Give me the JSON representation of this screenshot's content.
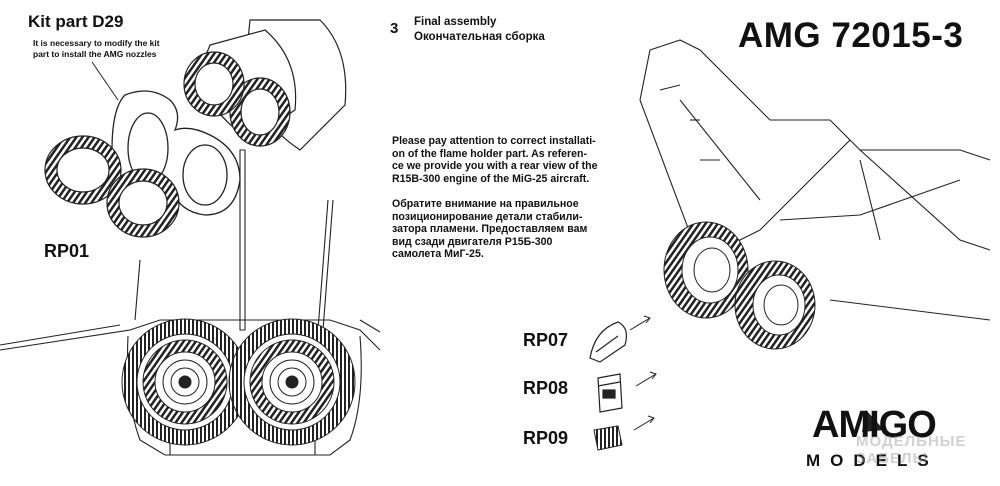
{
  "kit_part": {
    "title": "Kit part D29",
    "note_line1": "It is necessary to modify the kit",
    "note_line2": "part to install the AMG nozzles"
  },
  "step": {
    "number": "3",
    "title_en": "Final  assembly",
    "title_ru": "Окончательная сборка"
  },
  "product_code": "AMG 72015-3",
  "instructions": {
    "en": [
      "Please pay attention to correct installati-",
      "on of the  flame holder part.  As referen-",
      "ce we provide you with a rear view of the",
      "R15B-300 engine of the MiG-25 aircraft."
    ],
    "ru": [
      "Обратите внимание на правильное",
      "позиционирование детали стабили-",
      "затора пламени. Предоставляем вам",
      "вид сзади двигателя Р15Б-300",
      "самолета МиГ-25."
    ]
  },
  "parts": [
    "RP01",
    "RP07",
    "RP08",
    "RP09"
  ],
  "brand": {
    "top": "AMIGO",
    "bottom": "MODELS"
  },
  "watermark": "МОДЕЛЬНЫЕ ЗАБЕЛЫ"
}
